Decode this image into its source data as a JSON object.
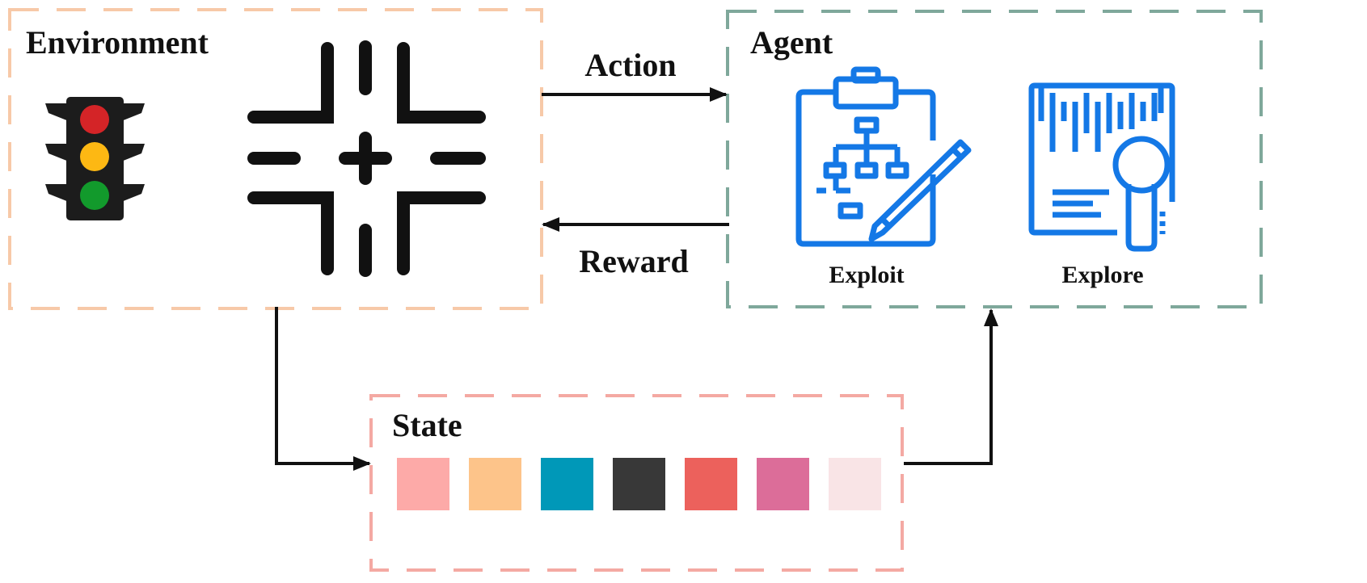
{
  "environment": {
    "label": "Environment",
    "border_color": "#f7c9a8",
    "traffic_light_colors": [
      "#d42427",
      "#fdb813",
      "#129a2c"
    ],
    "icons": [
      "traffic-light-icon",
      "intersection-icon"
    ]
  },
  "agent": {
    "label": "Agent",
    "border_color": "#7fa89b",
    "icon_color": "#1478e6",
    "modes": [
      {
        "label": "Exploit",
        "icon": "clipboard-flowchart-pencil-icon"
      },
      {
        "label": "Explore",
        "icon": "document-magnifier-icon"
      }
    ]
  },
  "state": {
    "label": "State",
    "border_color": "#f4a9a3",
    "swatches": [
      "#fdaaa8",
      "#fdc48a",
      "#0098b8",
      "#383838",
      "#ec615c",
      "#dc6d99",
      "#f9e4e6"
    ]
  },
  "arrows": {
    "action_label": "Action",
    "reward_label": "Reward"
  }
}
